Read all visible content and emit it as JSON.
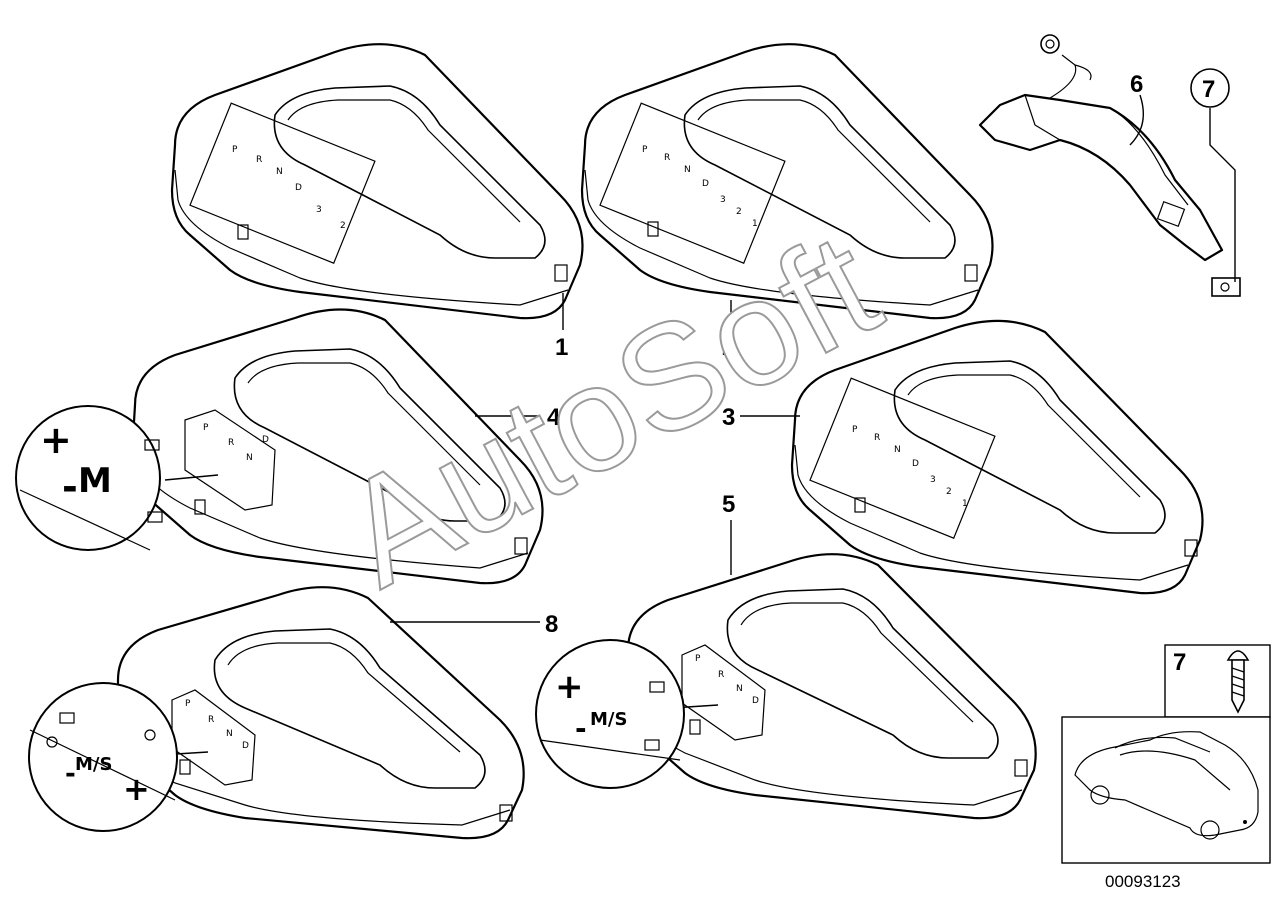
{
  "callouts": {
    "c1": "1",
    "c2": "2",
    "c3": "3",
    "c4": "4",
    "c5": "5",
    "c6": "6",
    "c7_circle": "7",
    "c8": "8",
    "c7_box": "7"
  },
  "watermark": "AutoSoft",
  "reference_number": "00093123",
  "gear_marks": {
    "std": [
      "P",
      "R",
      "N",
      "D",
      "3",
      "2"
    ],
    "std_alt": [
      "P",
      "R",
      "N",
      "D",
      "3",
      "2",
      "1"
    ],
    "zoom_plus": "+",
    "zoom_minus": "-",
    "zoom_m": "M",
    "zoom_ms": "M/S"
  }
}
